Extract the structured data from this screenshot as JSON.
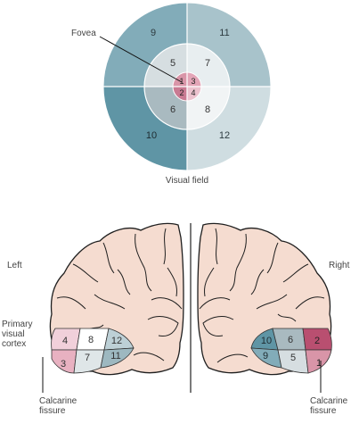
{
  "visual_field": {
    "caption": "Visual field",
    "fovea_label": "Fovea",
    "outer_numbers": [
      "9",
      "11",
      "10",
      "12"
    ],
    "middle_numbers": [
      "5",
      "7",
      "6",
      "8"
    ],
    "center_numbers": [
      "1",
      "3",
      "2",
      "4"
    ]
  },
  "brain": {
    "left_label": "Left",
    "right_label": "Right",
    "primary_label_lines": [
      "Primary",
      "visual",
      "cortex"
    ],
    "calcarine_lines": [
      "Calcarine",
      "fissure"
    ],
    "left_region_numbers": [
      "4",
      "8",
      "12",
      "3",
      "7",
      "11"
    ],
    "right_region_numbers": [
      "10",
      "6",
      "2",
      "9",
      "5",
      "1"
    ]
  },
  "colors": {
    "outer_dark": "#5f95a5",
    "outer_mid": "#82acb9",
    "outer_light": "#c4d6db",
    "ring2_light": "#e6ecee",
    "ring2_mid": "#d6dee1",
    "ring2_dark": "#a9bac0",
    "fovea_pink_light": "#e9b6c4",
    "fovea_pink": "#d995a8",
    "fovea_pink_dark": "#c97a92",
    "brain_fill": "#f5dcd0",
    "brain_line": "#1f1f1f",
    "cortex_magenta": "#b94f70"
  }
}
